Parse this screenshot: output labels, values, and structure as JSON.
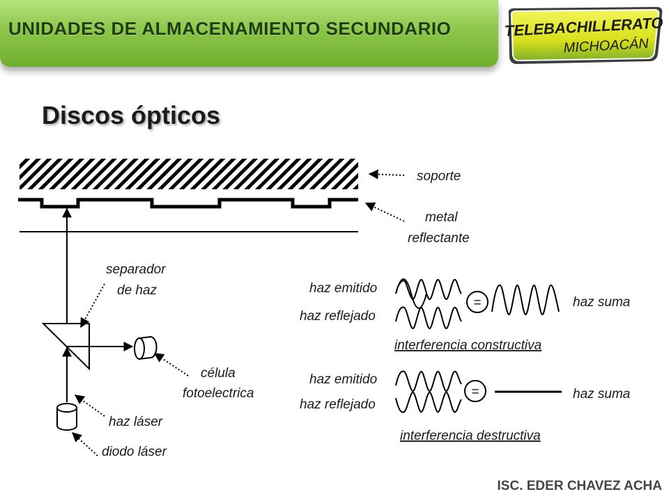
{
  "header": {
    "banner_title": "UNIDADES DE ALMACENAMIENTO SECUNDARIO",
    "logo_line1": "TELEBACHILLERATO",
    "logo_line2": "MICHOACÁN"
  },
  "slide": {
    "title": "Discos ópticos"
  },
  "diagram": {
    "labels": {
      "soporte": "soporte",
      "metal_1": "metal",
      "metal_2": "reflectante",
      "separador_1": "separador",
      "separador_2": "de haz",
      "celula_1": "célula",
      "celula_2": "fotoelectrica",
      "haz_laser": "haz láser",
      "diodo_laser": "diodo láser"
    },
    "constructive": {
      "emitted": "haz emitido",
      "reflected": "haz reflejado",
      "equals": "=",
      "sum": "haz suma",
      "caption": "interferencia constructiva"
    },
    "destructive": {
      "emitted": "haz emitido",
      "reflected": "haz reflejado",
      "equals": "=",
      "sum": "haz suma",
      "caption": "interferencia destructiva"
    }
  },
  "footer": {
    "author": "ISC. EDER CHAVEZ ACHA"
  },
  "colors": {
    "banner_green": "#8cc64a",
    "banner_text": "#1f3d12",
    "logo_yellow": "#e3e825",
    "logo_green": "#5f9f2a"
  }
}
